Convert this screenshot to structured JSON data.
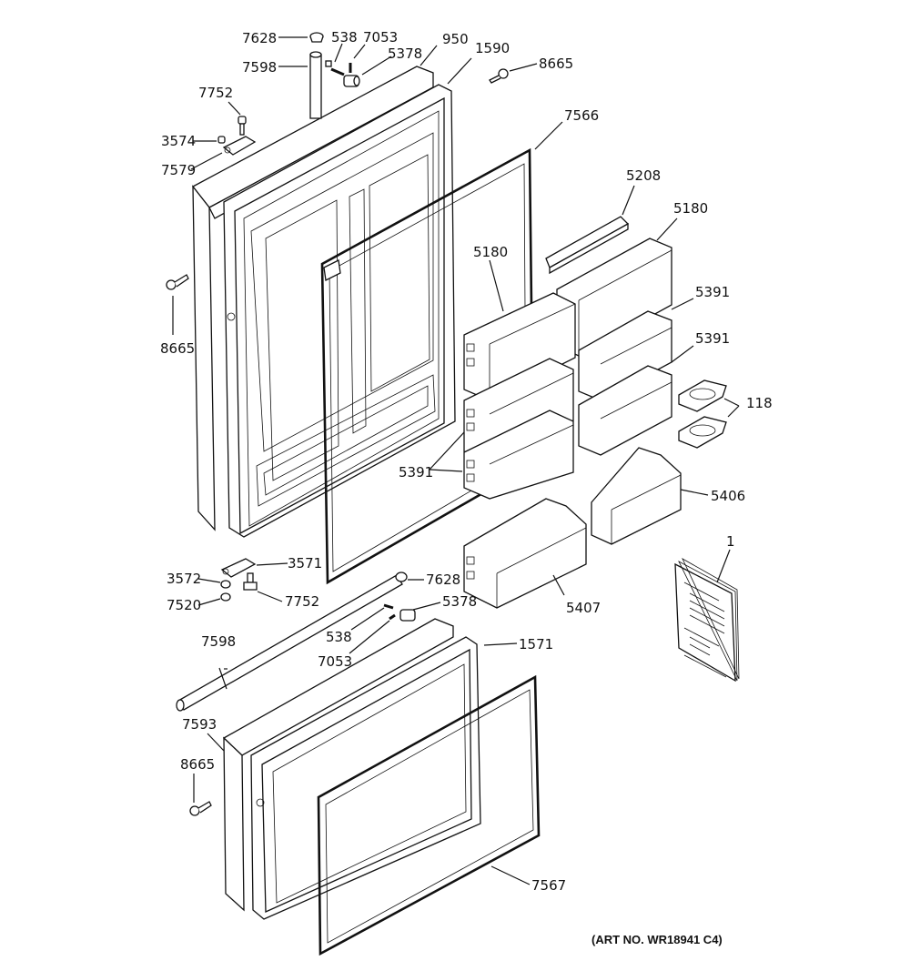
{
  "diagram": {
    "title": "Refrigerator Doors Exploded Parts Diagram",
    "art_number": "(ART NO. WR18941 C4)",
    "callouts": [
      {
        "id": "c7628a",
        "label": "7628",
        "part": "cap"
      },
      {
        "id": "c538a",
        "label": "538",
        "part": "screw"
      },
      {
        "id": "c7053a",
        "label": "7053",
        "part": "screw"
      },
      {
        "id": "c950",
        "label": "950",
        "part": "fresh-food-door-outer"
      },
      {
        "id": "c1590",
        "label": "1590",
        "part": "fresh-food-door-liner"
      },
      {
        "id": "c8665a",
        "label": "8665",
        "part": "screw"
      },
      {
        "id": "c5378a",
        "label": "5378",
        "part": "handle-mount"
      },
      {
        "id": "c7598a",
        "label": "7598",
        "part": "handle"
      },
      {
        "id": "c7752a",
        "label": "7752",
        "part": "hinge-pin"
      },
      {
        "id": "c3574",
        "label": "3574",
        "part": "bushing"
      },
      {
        "id": "c7579",
        "label": "7579",
        "part": "hinge"
      },
      {
        "id": "c7566",
        "label": "7566",
        "part": "fresh-food-gasket"
      },
      {
        "id": "c5208",
        "label": "5208",
        "part": "bin-trim"
      },
      {
        "id": "c5180a",
        "label": "5180",
        "part": "dairy-bin"
      },
      {
        "id": "c5180b",
        "label": "5180",
        "part": "dairy-bin"
      },
      {
        "id": "c8665b",
        "label": "8665",
        "part": "screw"
      },
      {
        "id": "c5391a",
        "label": "5391",
        "part": "door-bin"
      },
      {
        "id": "c5391b",
        "label": "5391",
        "part": "door-bin"
      },
      {
        "id": "c118",
        "label": "118",
        "part": "egg-tray"
      },
      {
        "id": "c5391c",
        "label": "5391",
        "part": "door-bin"
      },
      {
        "id": "c5406",
        "label": "5406",
        "part": "door-bin"
      },
      {
        "id": "c1",
        "label": "1",
        "part": "manual"
      },
      {
        "id": "c3571",
        "label": "3571",
        "part": "hinge"
      },
      {
        "id": "c3572",
        "label": "3572",
        "part": "nut"
      },
      {
        "id": "c7628b",
        "label": "7628",
        "part": "cap"
      },
      {
        "id": "c7520",
        "label": "7520",
        "part": "bushing"
      },
      {
        "id": "c7752b",
        "label": "7752",
        "part": "hinge-pin"
      },
      {
        "id": "c5378b",
        "label": "5378",
        "part": "handle-mount"
      },
      {
        "id": "c5407",
        "label": "5407",
        "part": "door-bin"
      },
      {
        "id": "c538b",
        "label": "538",
        "part": "screw"
      },
      {
        "id": "c7598b",
        "label": "7598",
        "part": "handle"
      },
      {
        "id": "c7053b",
        "label": "7053",
        "part": "screw"
      },
      {
        "id": "c1571",
        "label": "1571",
        "part": "freezer-door-liner"
      },
      {
        "id": "c7593",
        "label": "7593",
        "part": "freezer-door-outer"
      },
      {
        "id": "c8665c",
        "label": "8665",
        "part": "screw"
      },
      {
        "id": "c7567",
        "label": "7567",
        "part": "freezer-gasket"
      }
    ]
  }
}
